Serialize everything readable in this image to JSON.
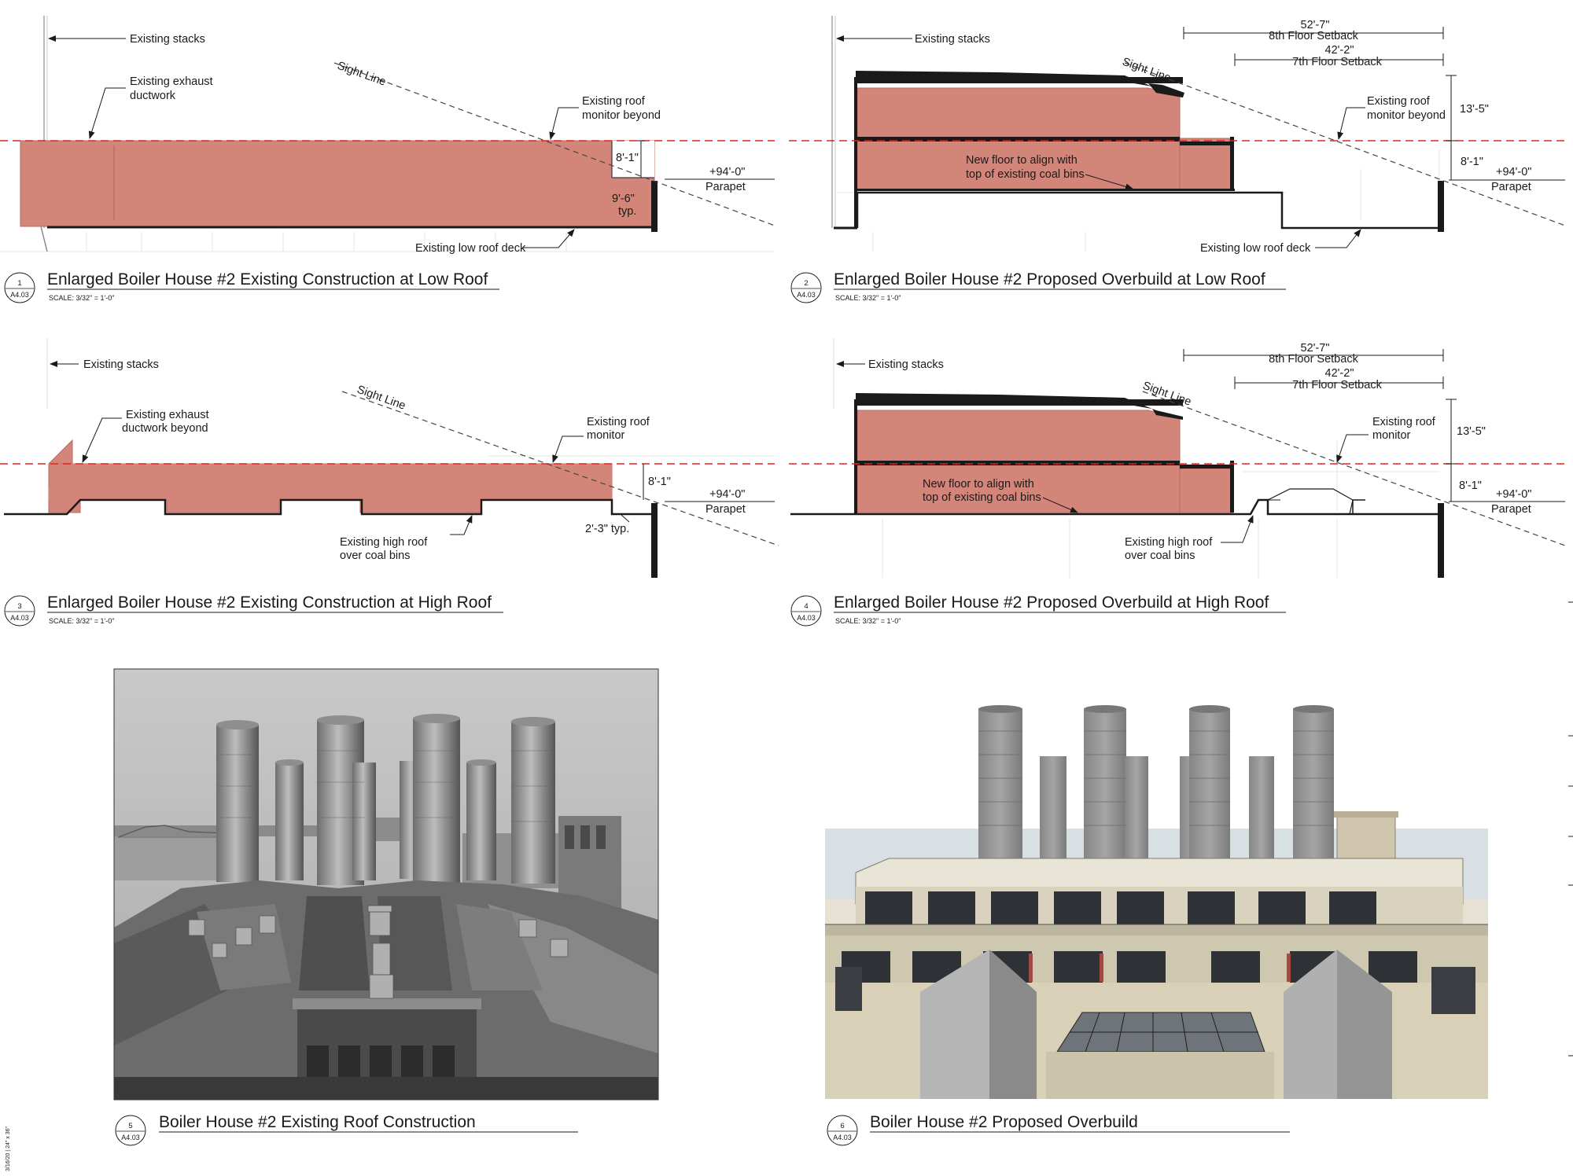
{
  "colors": {
    "massing": "#d4857a",
    "massing_line": "#b86a60",
    "datum": "#e0241f",
    "ink": "#1a1a1a"
  },
  "common": {
    "sight_line": "Sight Line",
    "existing_stacks": "Existing stacks",
    "parapet_elev": "+94'-0\"",
    "parapet": "Parapet",
    "dim_8_1": "8'-1\"",
    "dim_13_5": "13'-5\"",
    "setback_8_dim": "52'-7\"",
    "setback_8_label": "8th Floor Setback",
    "setback_7_dim": "42'-2\"",
    "setback_7_label": "7th Floor Setback",
    "sheet_ref": "A4.03",
    "scale": "SCALE: 3/32\" =     1'-0\""
  },
  "d1": {
    "number": "1",
    "title": "Enlarged Boiler House #2 Existing Construction at Low Roof",
    "exhaust_1": "Existing exhaust",
    "exhaust_2": "ductwork",
    "monitor_1": "Existing roof",
    "monitor_2": "monitor beyond",
    "dim_9_6": "9'-6\"",
    "typ": "typ.",
    "deck": "Existing low roof deck"
  },
  "d2": {
    "number": "2",
    "title": "Enlarged Boiler House #2 Proposed Overbuild at Low Roof",
    "new_floor_1": "New floor to align with",
    "new_floor_2": "top of existing coal bins",
    "monitor_1": "Existing roof",
    "monitor_2": "monitor beyond",
    "deck": "Existing low roof deck"
  },
  "d3": {
    "number": "3",
    "title": "Enlarged Boiler House #2 Existing Construction at High Roof",
    "exhaust_1": "Existing exhaust",
    "exhaust_2": "ductwork beyond",
    "monitor_1": "Existing roof",
    "monitor_2": "monitor",
    "high_1": "Existing high roof",
    "high_2": "over coal bins",
    "dim_2_3": "2'-3\" typ."
  },
  "d4": {
    "number": "4",
    "title": "Enlarged Boiler House #2 Proposed Overbuild at High Roof",
    "new_floor_1": "New floor to align with",
    "new_floor_2": "top of existing coal bins",
    "monitor_1": "Existing roof",
    "monitor_2": "monitor",
    "high_1": "Existing high roof",
    "high_2": "over coal bins"
  },
  "d5": {
    "number": "5",
    "title": "Boiler House #2 Existing Roof Construction"
  },
  "d6": {
    "number": "6",
    "title": "Boiler House #2 Proposed Overbuild"
  },
  "stamp": "3/16/20  |  24\" x 36\""
}
